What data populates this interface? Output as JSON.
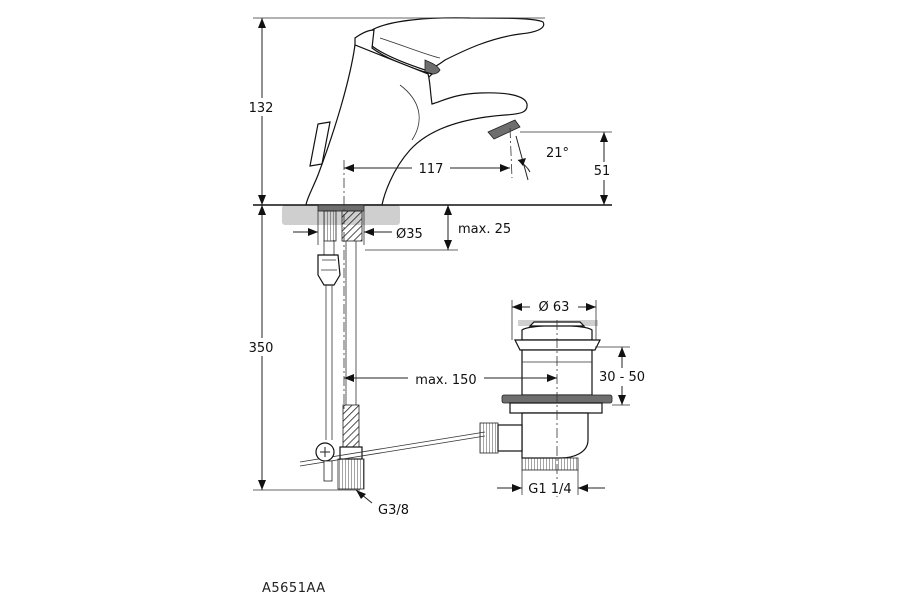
{
  "dimensions": {
    "height_faucet": "132",
    "height_under": "350",
    "spout_reach": "117",
    "spout_angle": "21°",
    "spout_height": "51",
    "hole_diameter": "Ø35",
    "deck_thickness": "max. 25",
    "waste_diameter": "Ø 63",
    "pipe_length": "max. 150",
    "waste_range": "30 - 50",
    "waste_thread": "G1 1/4",
    "supply_thread": "G3/8"
  },
  "product_code": "A5651AA"
}
